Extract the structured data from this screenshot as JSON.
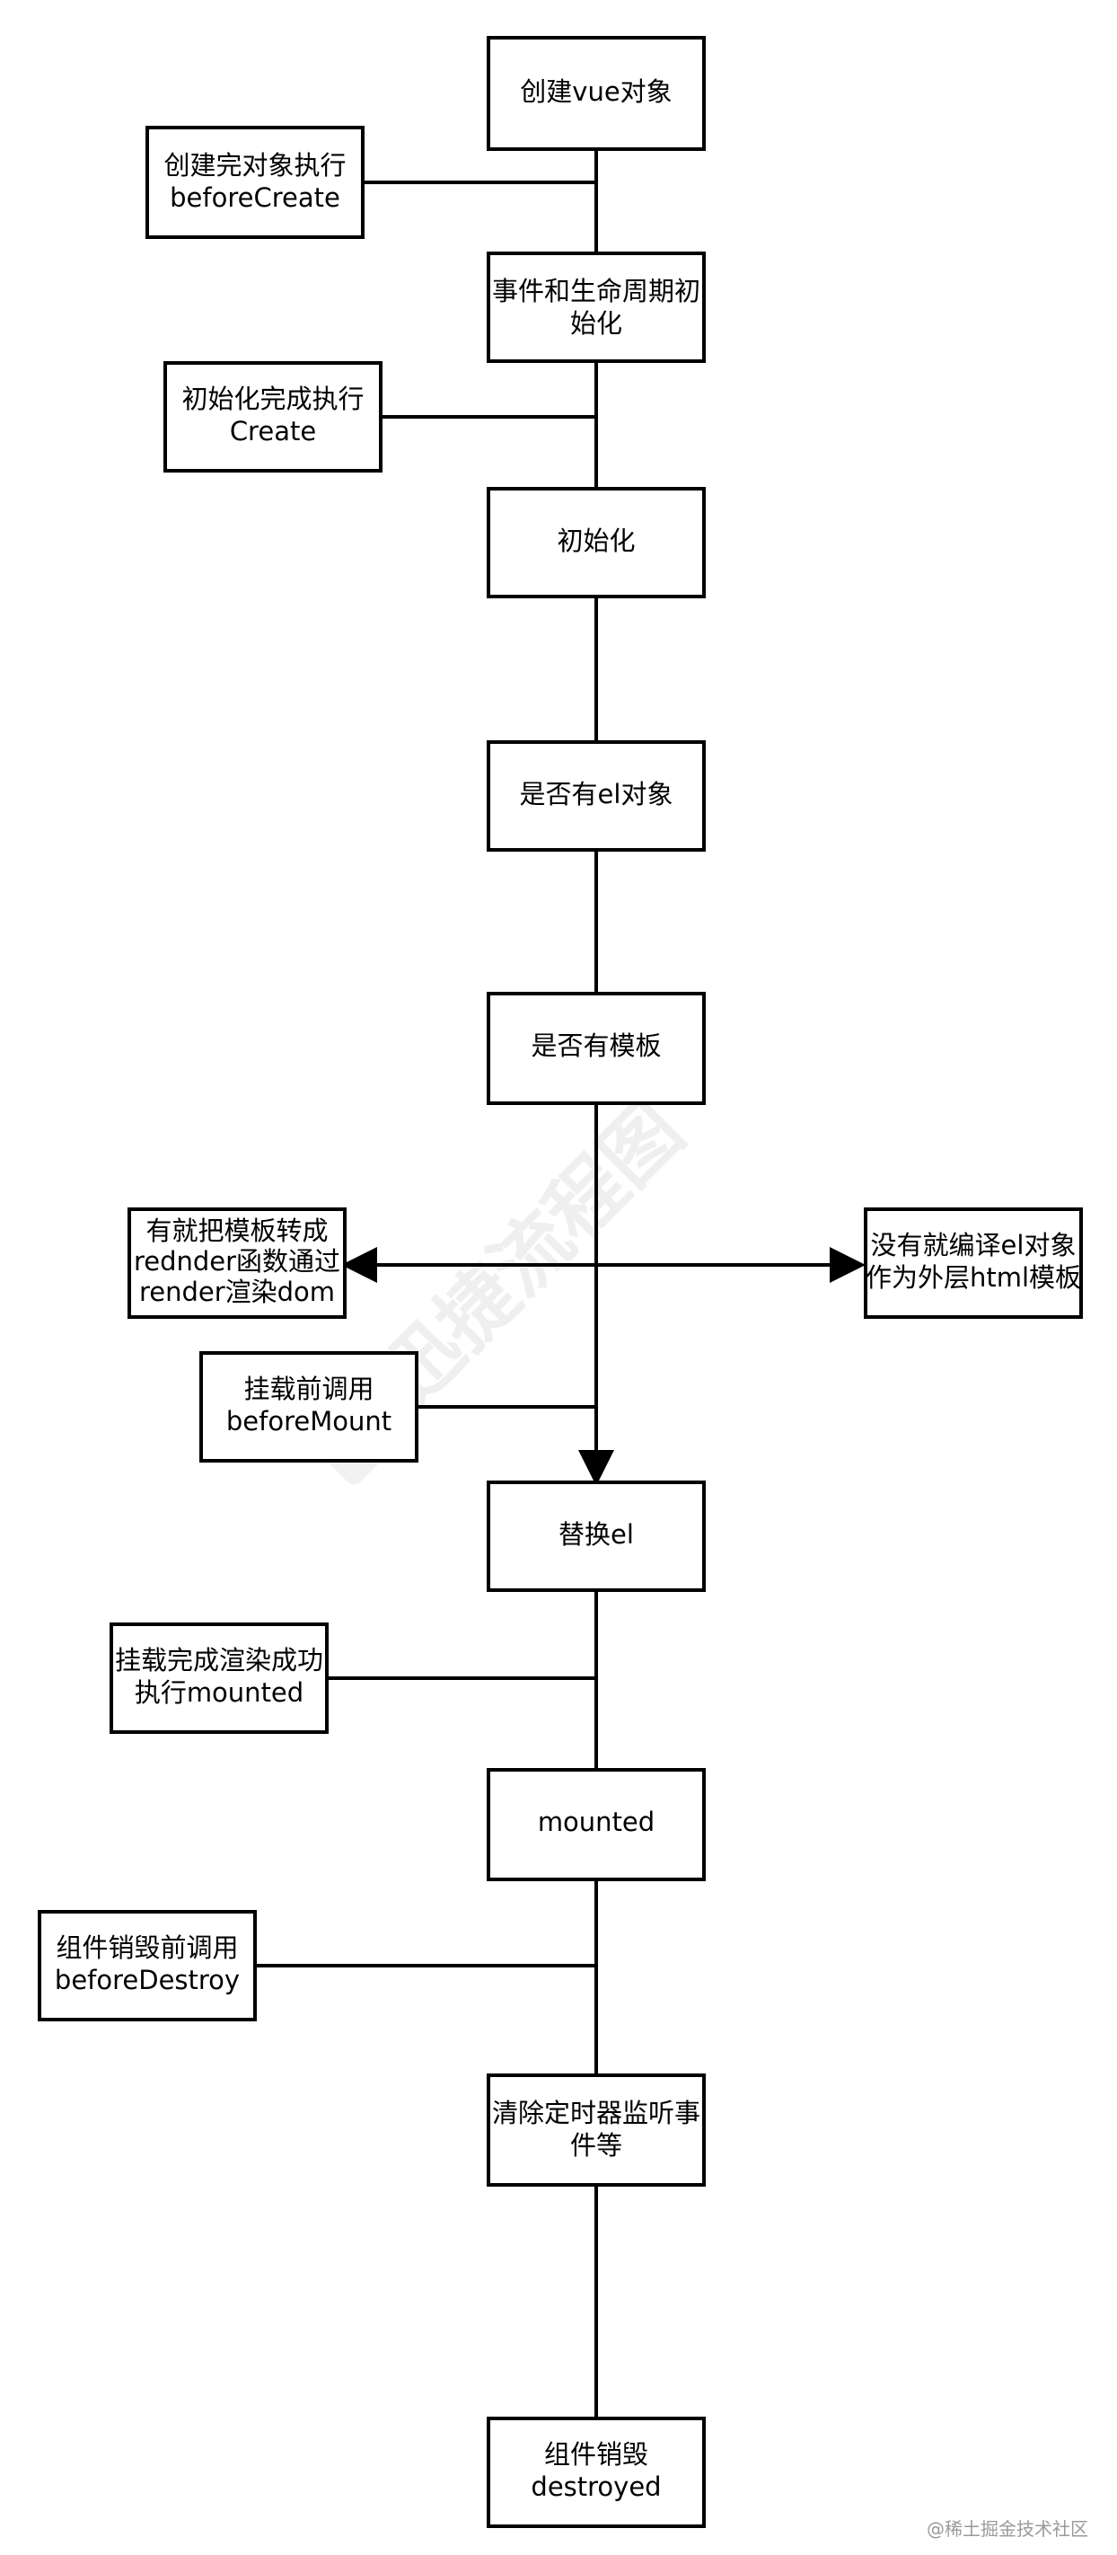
{
  "nodes": {
    "create_vue": [
      "创建vue对象"
    ],
    "before_create_note": [
      "创建完对象执行",
      "beforeCreate"
    ],
    "init_events": [
      "事件和生命周期初",
      "始化"
    ],
    "created_note": [
      "初始化完成执行",
      "Create"
    ],
    "init": [
      "初始化"
    ],
    "has_el": [
      "是否有el对象"
    ],
    "has_template": [
      "是否有模板"
    ],
    "yes_template": [
      "有就把模板转成",
      "rednder函数通过",
      "render渲染dom"
    ],
    "no_template": [
      "没有就编译el对象",
      "作为外层html模板"
    ],
    "before_mount_note": [
      "挂载前调用",
      "beforeMount"
    ],
    "replace_el": [
      "替换el"
    ],
    "mounted_note": [
      "挂载完成渲染成功",
      "执行mounted"
    ],
    "mounted": [
      "mounted"
    ],
    "before_destroy_note": [
      "组件销毁前调用",
      "beforeDestroy"
    ],
    "cleanup": [
      "清除定时器监听事",
      "件等"
    ],
    "destroyed": [
      "组件销毁",
      "destroyed"
    ]
  },
  "watermark": "迅捷流程图",
  "credit": "@稀土掘金技术社区",
  "colors": {
    "stroke": "#000000",
    "fill": "#ffffff",
    "watermark": "#e0e0e0",
    "credit": "#9a9a9a"
  }
}
